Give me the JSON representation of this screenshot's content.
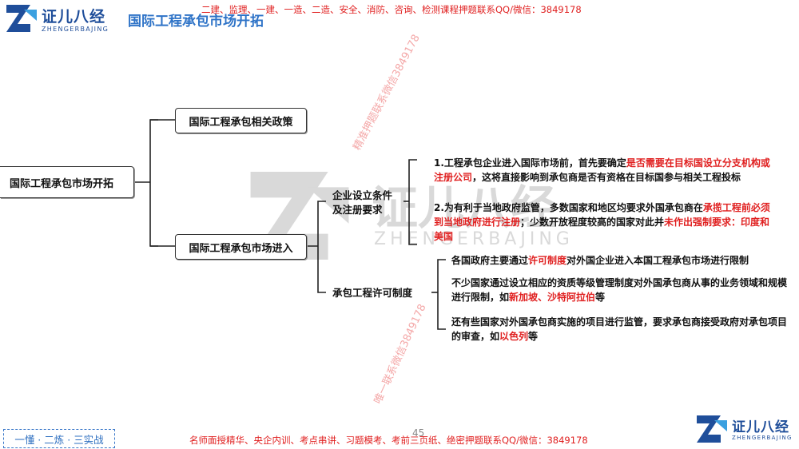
{
  "brand": {
    "name_cn": "证儿八经",
    "name_en": "ZHENGERBAJING"
  },
  "page_title": "国际工程承包市场开拓",
  "top_ad": "二建、监理、一建、一造、二造、安全、消防、咨询、检测课程押题联系QQ/微信：3849178",
  "watermarks": {
    "diag1": "精准押题联系微信3849178",
    "diag2": "唯一联系微信3849178",
    "center_cn": "证儿八经",
    "center_en": "ZHENGERBAJING"
  },
  "mindmap": {
    "root": "国际工程承包市场开拓",
    "branch1": "国际工程承包相关政策",
    "branch2": "国际工程承包市场进入",
    "sub1_line1": "企业设立条件",
    "sub1_line2": "及注册要求",
    "sub2": "承包工程许可制度",
    "p1": {
      "a": "1.工程承包企业进入国际市场前，首先要确定",
      "b": "是否需要在目标国设立分支机构或注册公司",
      "c": "，这将直接影响到承包商是否有资格在目标国参与相关工程投标"
    },
    "p2": {
      "a": "2.为有利于当地政府监管，多数国家和地区均要求外国承包商在",
      "b": "承揽工程前必须到当地政府进行注册",
      "c": "；少数开放程度较高的国家对此并",
      "d": "未作出强制要求：印度和美国"
    },
    "p3": {
      "a": "各国政府主要通过",
      "b": "许可制度",
      "c": "对外国企业进入本国工程承包市场进行限制"
    },
    "p4": {
      "a": "不少国家通过设立相应的资质等级管理制度对外国承包商从事的业务领域和规模进行限制，如",
      "b": "新加坡、沙特阿拉伯",
      "c": "等"
    },
    "p5": {
      "a": "还有些国家对外国承包商实施的项目进行监管，要求承包商接受政府对承包项目的审查，如",
      "b": "以色列",
      "c": "等"
    }
  },
  "footer": {
    "left_box": "一懂 · 二炼 · 三实战",
    "ad": "名师面授精华、央企内训、考点串讲、习题模考、考前三页纸、绝密押题联系QQ/微信：3849178",
    "page_number": "45"
  },
  "colors": {
    "brand_blue": "#1f4e9a",
    "title_blue": "#2e73c7",
    "accent_red": "#e02020",
    "logo_cyan": "#3aa0e0"
  }
}
